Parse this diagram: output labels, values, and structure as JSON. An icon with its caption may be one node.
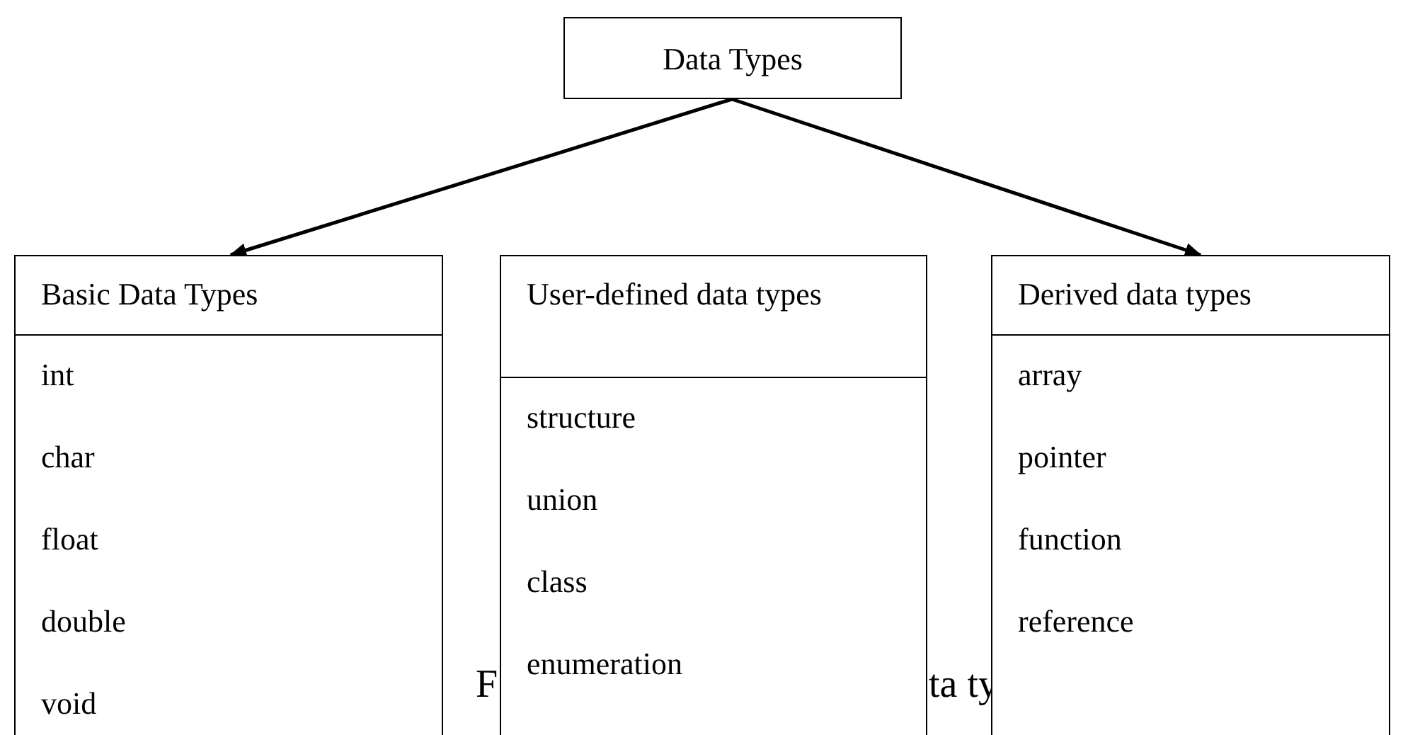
{
  "diagram": {
    "nodes": [
      {
        "text": [
          "Data Types"
        ]
      },
      {
        "text": [
          "Basic Data Types",
          "int",
          "char",
          "float",
          "double",
          "void"
        ]
      },
      {
        "text": [
          "User-defined data types",
          "structure",
          "union",
          "class",
          "enumeration"
        ]
      },
      {
        "text": [
          "Derived data types",
          "array",
          "pointer",
          "function",
          "reference"
        ]
      }
    ],
    "edges": [
      {
        "from": 0,
        "to": 1,
        "arrow": "to"
      },
      {
        "from": 0,
        "to": 3,
        "arrow": "to"
      }
    ],
    "labels": [
      "F",
      "ta ty"
    ]
  }
}
